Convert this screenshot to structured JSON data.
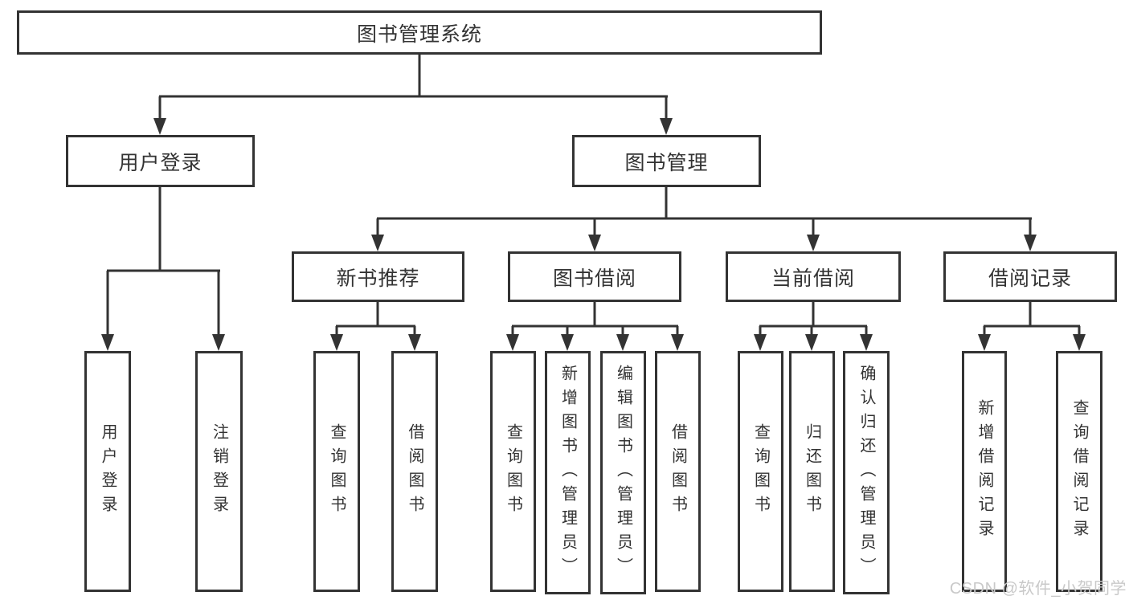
{
  "diagram_title": "图书管理系统",
  "nodes": {
    "root": "图书管理系统",
    "user_login": "用户登录",
    "book_management": "图书管理",
    "login": "用户登录",
    "logout": "注销登录",
    "new_book_recommend": "新书推荐",
    "book_borrow": "图书借阅",
    "current_borrow": "当前借阅",
    "borrow_record": "借阅记录",
    "nbr_query_book": "查询图书",
    "nbr_borrow_book": "借阅图书",
    "bb_query_book": "查询图书",
    "bb_add_book": "新增图书（管理员）",
    "bb_edit_book": "编辑图书（管理员）",
    "bb_borrow_book": "借阅图书",
    "cb_query_book": "查询图书",
    "cb_return_book": "归还图书",
    "cb_confirm_return": "确认归还（管理员）",
    "br_add_record": "新增借阅记录",
    "br_query_record": "查询借阅记录"
  },
  "hierarchy": {
    "图书管理系统": {
      "用户登录": [
        "用户登录",
        "注销登录"
      ],
      "图书管理": {
        "新书推荐": [
          "查询图书",
          "借阅图书"
        ],
        "图书借阅": [
          "查询图书",
          "新增图书（管理员）",
          "编辑图书（管理员）",
          "借阅图书"
        ],
        "当前借阅": [
          "查询图书",
          "归还图书",
          "确认归还（管理员）"
        ],
        "借阅记录": [
          "新增借阅记录",
          "查询借阅记录"
        ]
      }
    }
  },
  "watermark": "CSDN @软件_小贺同学",
  "colors": {
    "line": "#333333",
    "text": "#333333",
    "background": "#ffffff",
    "watermark": "#c9c9c9"
  }
}
